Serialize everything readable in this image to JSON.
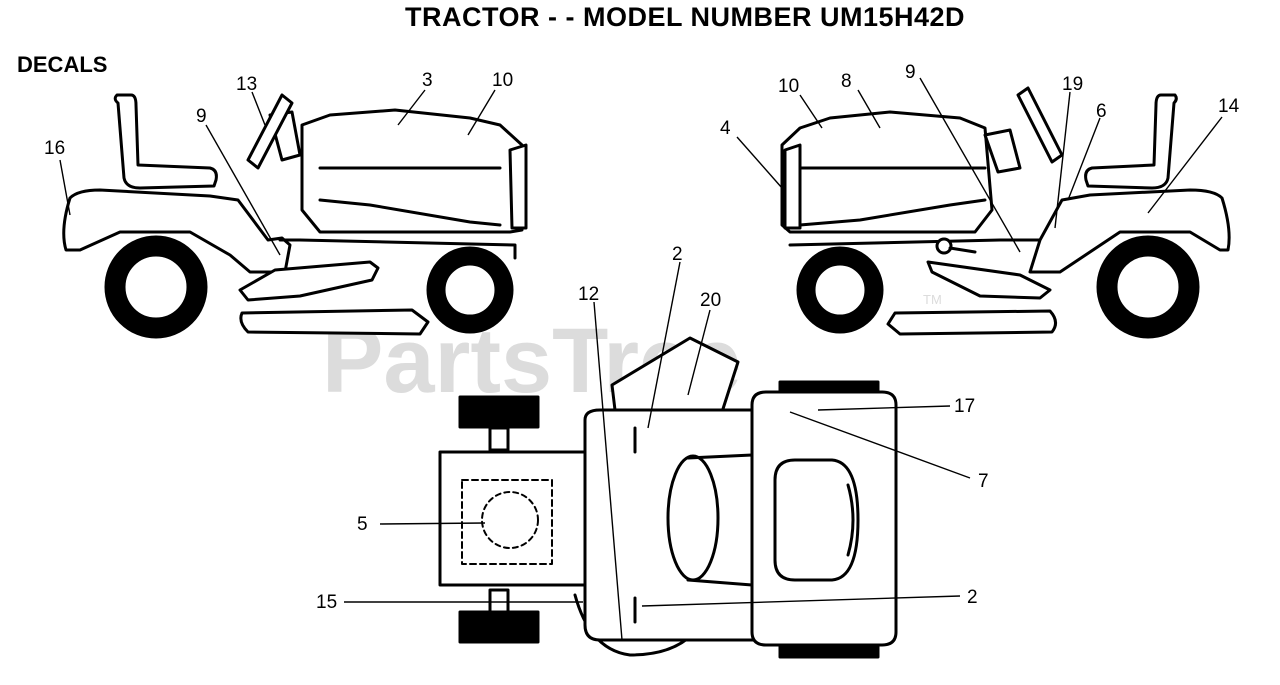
{
  "header": {
    "title": "TRACTOR - - MODEL NUMBER UM15H42D",
    "section": "DECALS"
  },
  "watermark": {
    "text": "PartsTree",
    "trademark": "TM"
  },
  "views": {
    "left_side": {
      "callouts": [
        {
          "id": "lv-16",
          "label": "16"
        },
        {
          "id": "lv-13",
          "label": "13"
        },
        {
          "id": "lv-9",
          "label": "9"
        },
        {
          "id": "lv-3",
          "label": "3"
        },
        {
          "id": "lv-10",
          "label": "10"
        }
      ]
    },
    "right_side": {
      "callouts": [
        {
          "id": "rv-4",
          "label": "4"
        },
        {
          "id": "rv-10",
          "label": "10"
        },
        {
          "id": "rv-8",
          "label": "8"
        },
        {
          "id": "rv-9",
          "label": "9"
        },
        {
          "id": "rv-19",
          "label": "19"
        },
        {
          "id": "rv-6",
          "label": "6"
        },
        {
          "id": "rv-14",
          "label": "14"
        }
      ]
    },
    "top": {
      "callouts": [
        {
          "id": "tv-2a",
          "label": "2"
        },
        {
          "id": "tv-12",
          "label": "12"
        },
        {
          "id": "tv-20",
          "label": "20"
        },
        {
          "id": "tv-17",
          "label": "17"
        },
        {
          "id": "tv-7",
          "label": "7"
        },
        {
          "id": "tv-5",
          "label": "5"
        },
        {
          "id": "tv-15",
          "label": "15"
        },
        {
          "id": "tv-2b",
          "label": "2"
        }
      ]
    }
  },
  "colors": {
    "ink": "#000000",
    "watermark": "#dcdcdc",
    "background": "#ffffff"
  }
}
